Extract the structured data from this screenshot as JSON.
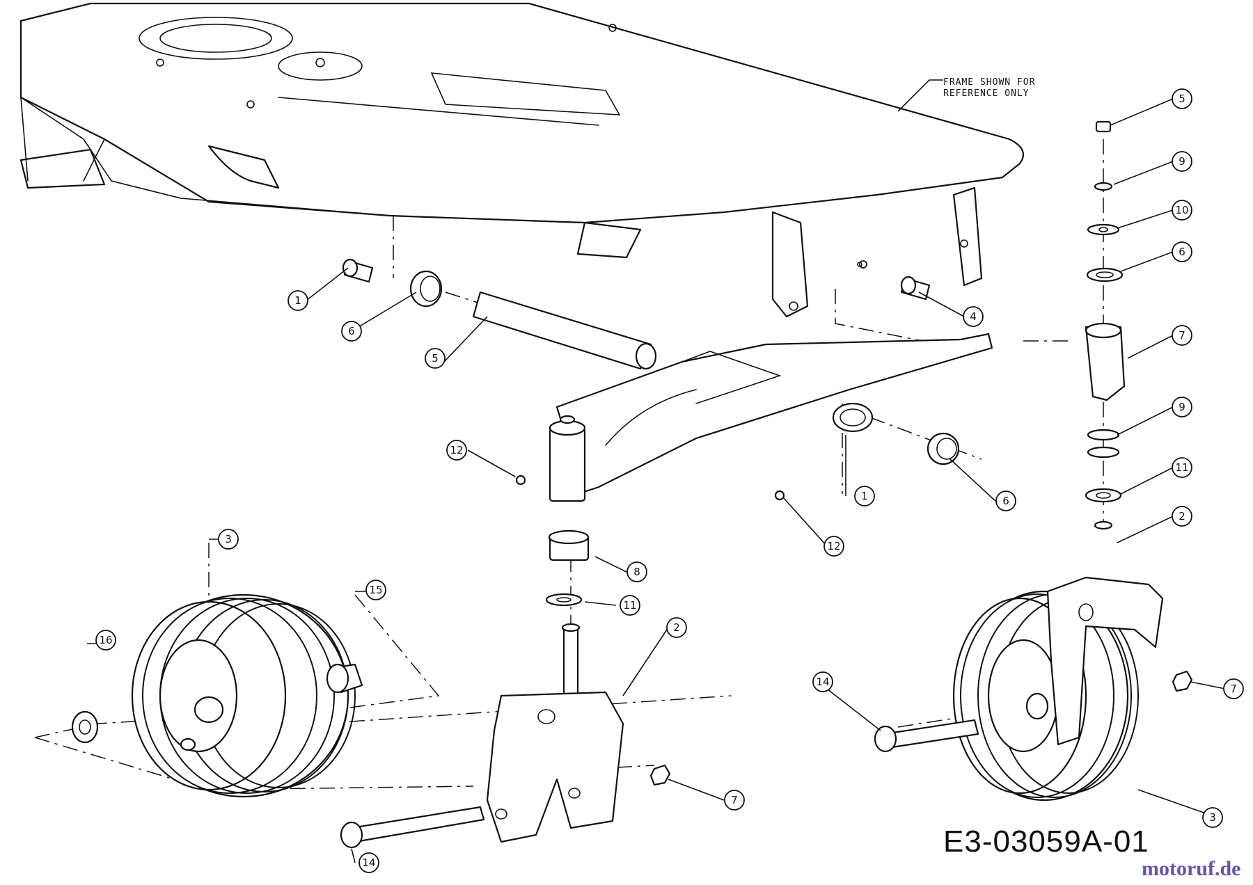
{
  "frame_note": [
    "FRAME SHOWN FOR",
    "REFERENCE ONLY"
  ],
  "diagram_code": "E3-03059A-01",
  "watermark": "motoruf.de",
  "callouts": [
    {
      "id": "c-5-top",
      "label": "5"
    },
    {
      "id": "c-9-top",
      "label": "9"
    },
    {
      "id": "c-10",
      "label": "10"
    },
    {
      "id": "c-6-top",
      "label": "6"
    },
    {
      "id": "c-7-right",
      "label": "7"
    },
    {
      "id": "c-9-mid",
      "label": "9"
    },
    {
      "id": "c-11-right",
      "label": "11"
    },
    {
      "id": "c-2-right",
      "label": "2"
    },
    {
      "id": "c-1-left",
      "label": "1"
    },
    {
      "id": "c-6-left",
      "label": "6"
    },
    {
      "id": "c-5-left",
      "label": "5"
    },
    {
      "id": "c-4",
      "label": "4"
    },
    {
      "id": "c-12-left",
      "label": "12"
    },
    {
      "id": "c-12-bottom",
      "label": "12"
    },
    {
      "id": "c-1-mid",
      "label": "1"
    },
    {
      "id": "c-6-mid",
      "label": "6"
    },
    {
      "id": "c-3-left",
      "label": "3"
    },
    {
      "id": "c-15",
      "label": "15"
    },
    {
      "id": "c-16",
      "label": "16"
    },
    {
      "id": "c-8",
      "label": "8"
    },
    {
      "id": "c-11-mid",
      "label": "11"
    },
    {
      "id": "c-2-mid",
      "label": "2"
    },
    {
      "id": "c-7-mid",
      "label": "7"
    },
    {
      "id": "c-14-bottom",
      "label": "14"
    },
    {
      "id": "c-14-right",
      "label": "14"
    },
    {
      "id": "c-7-wheel",
      "label": "7"
    },
    {
      "id": "c-3-right",
      "label": "3"
    }
  ]
}
